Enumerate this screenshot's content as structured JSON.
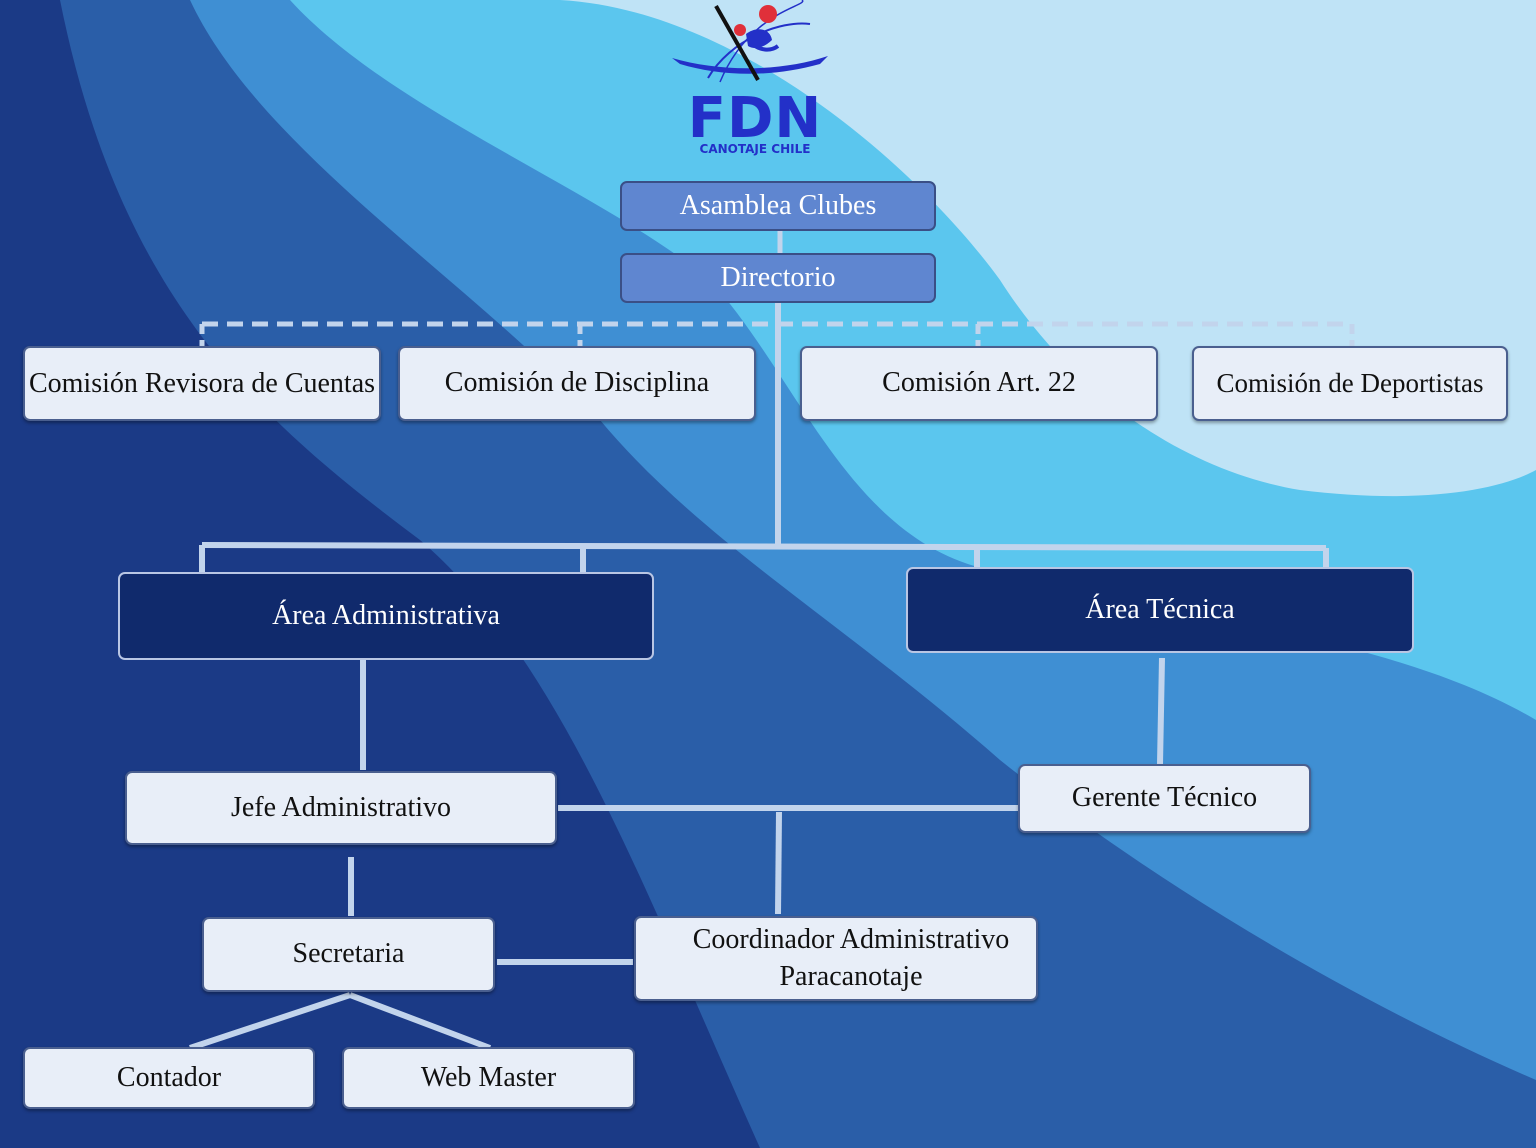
{
  "colors": {
    "background_deep": "#1b3a86",
    "wave_light": "#bfe3f6",
    "wave_cyan": "#5bc6ee",
    "wave_mid": "#3f8fd3",
    "wave_blue": "#2a5ea8",
    "connector": "#c2d4ec",
    "box_light": "#e8eef8",
    "box_mid": "#5f86d0",
    "box_dark": "#102a6c",
    "logo_blue": "#2330c8"
  },
  "logo": {
    "title": "FDN",
    "subtitle": "CANOTAJE CHILE",
    "icon": "kayak-paddler-icon"
  },
  "org": {
    "asamblea": "Asamblea Clubes",
    "directorio": "Directorio",
    "comision_revisora": "Comisión Revisora de Cuentas",
    "comision_disciplina": "Comisión de Disciplina",
    "comision_art22": "Comisión Art. 22",
    "comision_deportistas": "Comisión de Deportistas",
    "area_administrativa": "Área Administrativa",
    "area_tecnica": "Área Técnica",
    "jefe_administrativo": "Jefe Administrativo",
    "gerente_tecnico": "Gerente Técnico",
    "secretaria": "Secretaria",
    "coordinador": "Coordinador Administrativo Paracanotaje",
    "contador": "Contador",
    "web_master": "Web Master"
  }
}
